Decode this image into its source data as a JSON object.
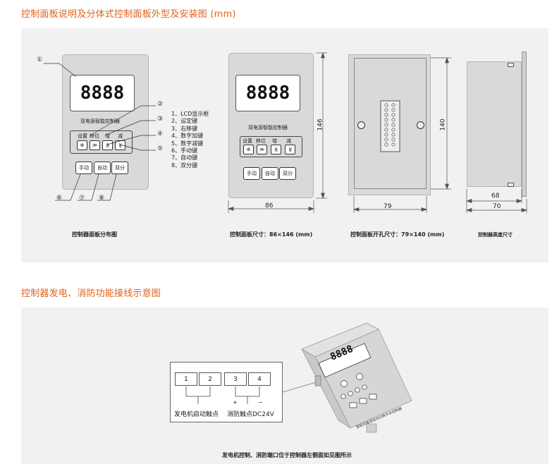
{
  "section1": {
    "title": "控制面板说明及分体式控制面板外型及安装图 (mm)"
  },
  "panel": {
    "lcd": "8888",
    "name": "双电源智能控制器",
    "key_labels": [
      "设置",
      "移位",
      "增",
      "减"
    ],
    "key_icons": [
      "set-icon",
      "double-right-icon",
      "double-up-icon",
      "double-down-icon"
    ],
    "key_glyphs": [
      "⊕",
      "≫",
      "≪",
      "≫"
    ],
    "buttons": [
      "手动",
      "自动",
      "双分"
    ],
    "callouts": [
      "①",
      "②",
      "③",
      "④",
      "⑤",
      "⑥",
      "⑦",
      "⑧"
    ]
  },
  "legend": [
    "1、LCD显示框",
    "2、设定键",
    "3、右移键",
    "4、数字加键",
    "5、数字减键",
    "6、手动键",
    "7、自动键",
    "8、双分键"
  ],
  "dims": {
    "height": "146",
    "width": "86",
    "cut_height": "140",
    "cut_width": "79",
    "depth_inner": "68",
    "depth_outer": "70"
  },
  "captions": {
    "layout": "控制器面板分布图",
    "size": "控制面板尺寸：86×146 (mm)",
    "cutout": "控制面板开孔尺寸：79×140 (mm)",
    "height": "控制器高度尺寸"
  },
  "section2": {
    "title": "控制器发电、消防功能接线示意图"
  },
  "wiring": {
    "terminals": [
      "1",
      "2",
      "3",
      "4"
    ],
    "plus": "+",
    "minus": "−",
    "gen_label": "发电机启动触点",
    "fire_label": "消防触点DC24V",
    "device_lcd": "8888",
    "device_text": "智能双电源自动切换开关控制器",
    "caption": "发电机控制、消防端口位于控制器左侧面如见图所示"
  },
  "colors": {
    "accent": "#e0621a",
    "panel": "#d9d9d9",
    "bg": "#f1f1f1"
  }
}
